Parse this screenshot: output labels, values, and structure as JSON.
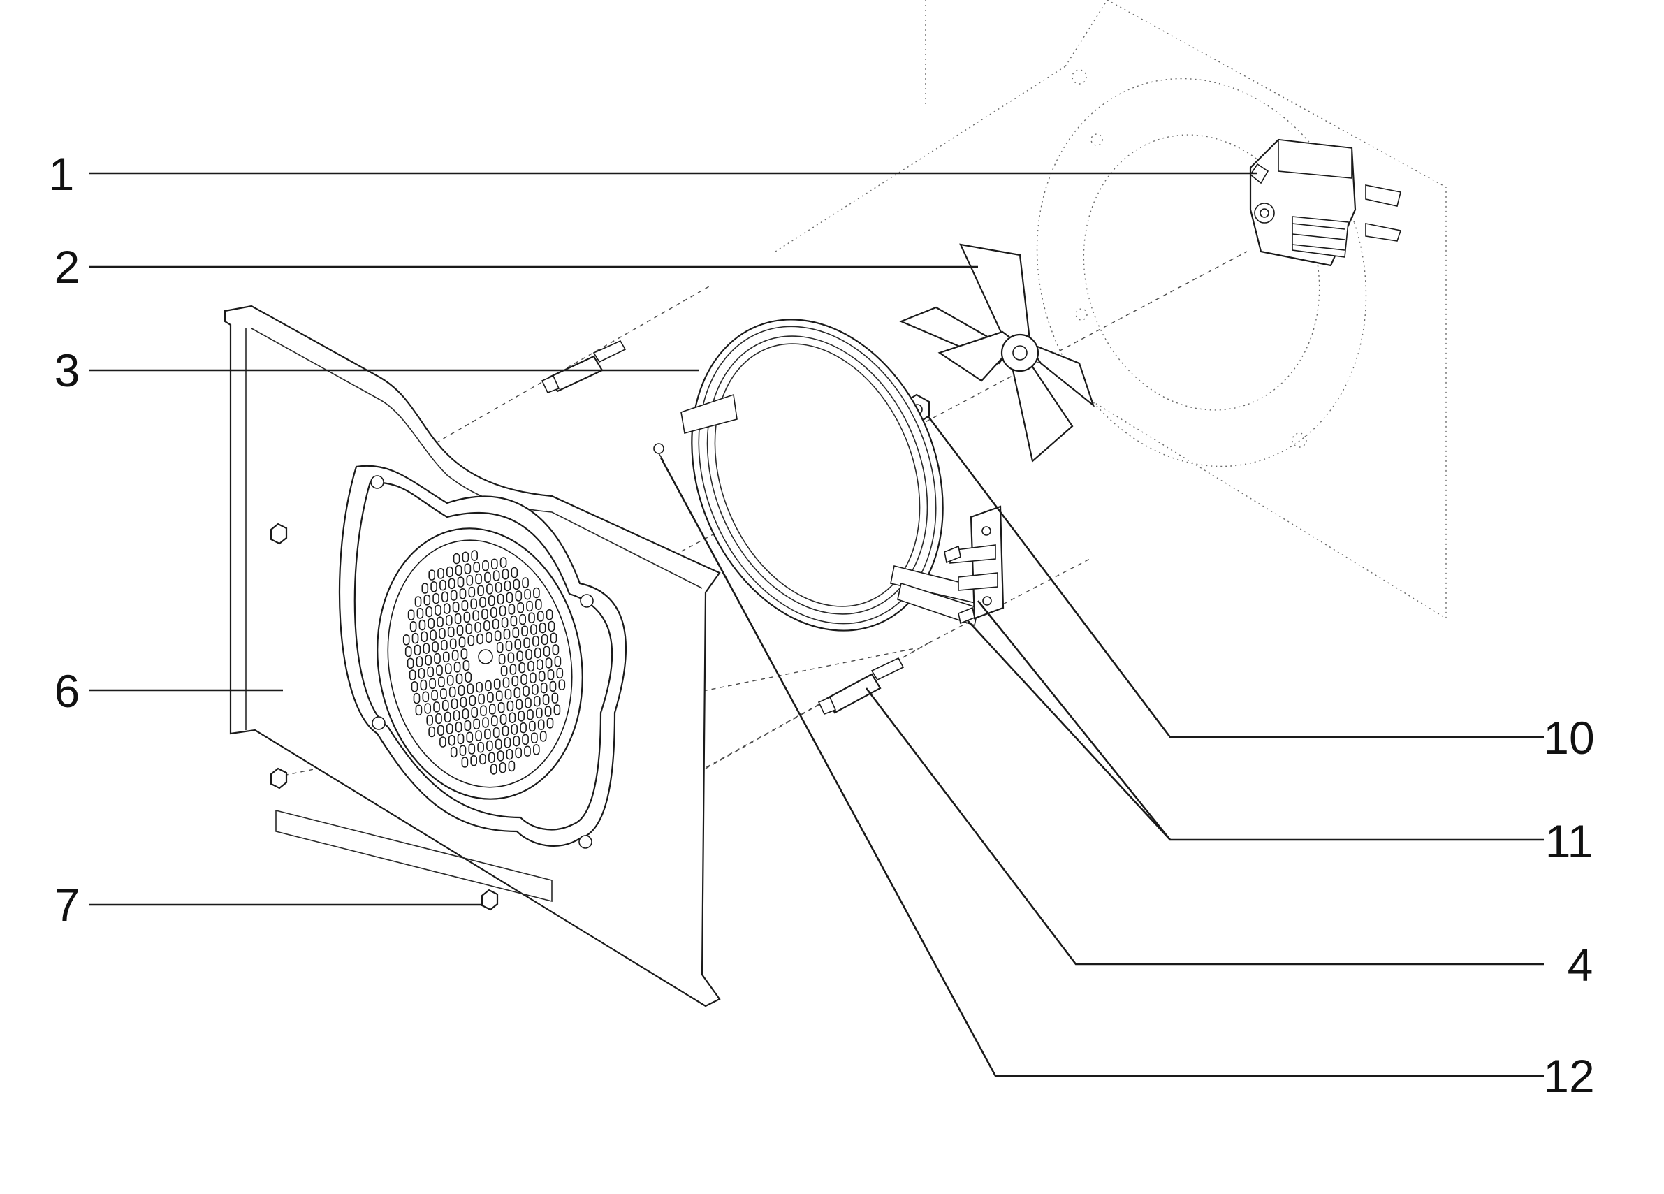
{
  "callouts": {
    "c1": "1",
    "c2": "2",
    "c3": "3",
    "c4": "4",
    "c6": "6",
    "c7": "7",
    "c10": "10",
    "c11": "11",
    "c12": "12"
  }
}
